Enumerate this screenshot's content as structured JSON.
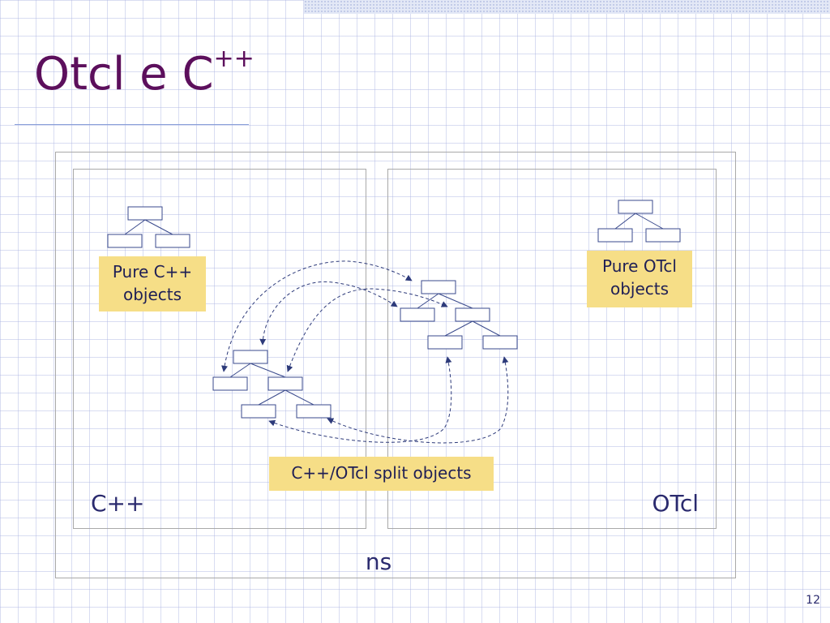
{
  "slide": {
    "title": {
      "main": "Otcl e C",
      "superscript": "++"
    },
    "notes": {
      "pure_cpp": [
        "Pure C++",
        "objects"
      ],
      "pure_otcl": [
        "Pure OTcl",
        "objects"
      ],
      "split": "C++/OTcl split objects"
    },
    "labels": {
      "cpp": "C++",
      "otcl": "OTcl",
      "ns": "ns"
    },
    "page_number": "12"
  },
  "colors": {
    "title": "#5c0f5c",
    "text": "#2a2a6e",
    "note_fill": "#f6de87",
    "object_box": "#3a4a8c",
    "arrow": "#2d3a7a",
    "frame": "#a9a9a9",
    "grid": "#b4bde6"
  }
}
